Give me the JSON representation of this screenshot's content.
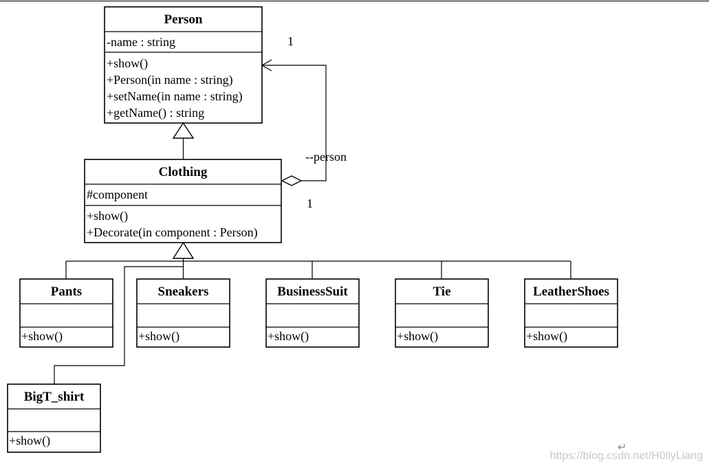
{
  "classes": {
    "person": {
      "name": "Person",
      "attributes": [
        "-name : string"
      ],
      "operations": [
        "+show()",
        "+Person(in name : string)",
        "+setName(in name : string)",
        "+getName() : string"
      ]
    },
    "clothing": {
      "name": "Clothing",
      "attributes": [
        "#component"
      ],
      "operations": [
        "+show()",
        "+Decorate(in component : Person)"
      ]
    },
    "pants": {
      "name": "Pants",
      "operations": [
        "+show()"
      ]
    },
    "sneakers": {
      "name": "Sneakers",
      "operations": [
        "+show()"
      ]
    },
    "business_suit": {
      "name": "BusinessSuit",
      "operations": [
        "+show()"
      ]
    },
    "tie": {
      "name": "Tie",
      "operations": [
        "+show()"
      ]
    },
    "leather_shoes": {
      "name": "LeatherShoes",
      "operations": [
        "+show()"
      ]
    },
    "big_t_shirt": {
      "name": "BigT_shirt",
      "operations": [
        "+show()"
      ]
    }
  },
  "association": {
    "role": "--person",
    "multiplicity_person": "1",
    "multiplicity_clothing": "1"
  },
  "watermark": "https://blog.csdn.net/H0llyLiang",
  "return_glyph": "↵"
}
